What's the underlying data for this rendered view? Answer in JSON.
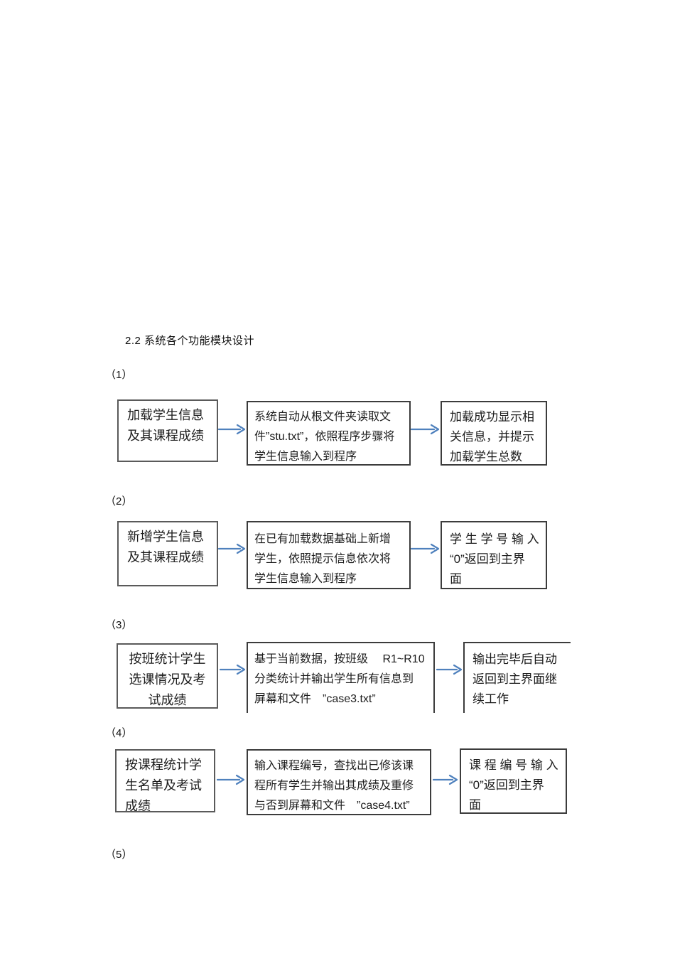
{
  "title": "2.2 系统各个功能模块设计",
  "colors": {
    "arrow": "#4f81bd",
    "box_border_dark": "#3c3c3c",
    "box_border_gray": "#5a5a5a",
    "page_background": "#ffffff",
    "text": "#1c1c1c"
  },
  "sections": [
    {
      "label": "（1）",
      "boxes": [
        {
          "role": "module",
          "text": "加载学生信息\n及其课程成绩"
        },
        {
          "role": "process",
          "text": "系统自动从根文件夹读取文\n件”stu.txt”，依照程序步骤将\n学生信息输入到程序"
        },
        {
          "role": "result",
          "text": "加载成功显示相\n关信息，并提示\n加载学生总数"
        }
      ]
    },
    {
      "label": "（2）",
      "boxes": [
        {
          "role": "module",
          "text": "新增学生信息\n及其课程成绩"
        },
        {
          "role": "process",
          "text": "在已有加载数据基础上新增\n学生，依照提示信息依次将\n学生信息输入到程序"
        },
        {
          "role": "result",
          "text": "学 生 学 号 输 入\n“0”返回到主界\n面"
        }
      ]
    },
    {
      "label": "（3）",
      "boxes": [
        {
          "role": "module",
          "text": "按班统计学生\n选课情况及考\n试成绩"
        },
        {
          "role": "process",
          "text": "基于当前数据，按班级　 R1~R10\n分类统计并输出学生所有信息到\n屏幕和文件　”case3.txt”"
        },
        {
          "role": "result",
          "text": "输出完毕后自动\n返回到主界面继\n续工作"
        }
      ]
    },
    {
      "label": "（4）",
      "boxes": [
        {
          "role": "module",
          "text": "按课程统计学\n生名单及考试\n成绩"
        },
        {
          "role": "process",
          "text": "输入课程编号，查找出已修该课\n程所有学生并输出其成绩及重修\n与否到屏幕和文件　”case4.txt”"
        },
        {
          "role": "result",
          "text": "课 程 编 号 输 入\n“0”返回到主界\n面"
        }
      ]
    },
    {
      "label": "（5）",
      "boxes": []
    }
  ]
}
